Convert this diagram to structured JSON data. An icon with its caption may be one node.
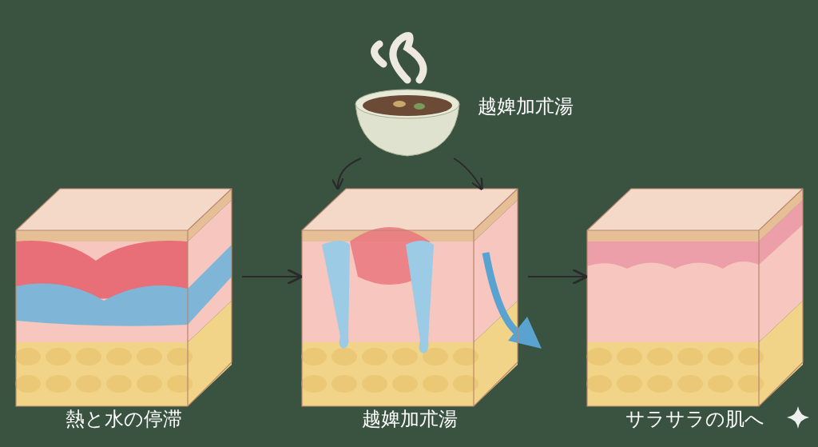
{
  "diagram": {
    "nodes": [
      {
        "text": [
          "熱と水の停滞"
        ]
      },
      {
        "text": [
          "越婢加朮湯"
        ]
      },
      {
        "text": [
          "越婢加朮湯"
        ]
      },
      {
        "text": [
          "サラサラの肌へ"
        ]
      }
    ],
    "edges": [
      {
        "from": 0,
        "to": 2,
        "arrow": "to"
      },
      {
        "from": 1,
        "to": 2,
        "arrow": "to"
      },
      {
        "from": 1,
        "to": 2,
        "arrow": "to"
      },
      {
        "from": 2,
        "to": 3,
        "arrow": "to"
      }
    ]
  }
}
